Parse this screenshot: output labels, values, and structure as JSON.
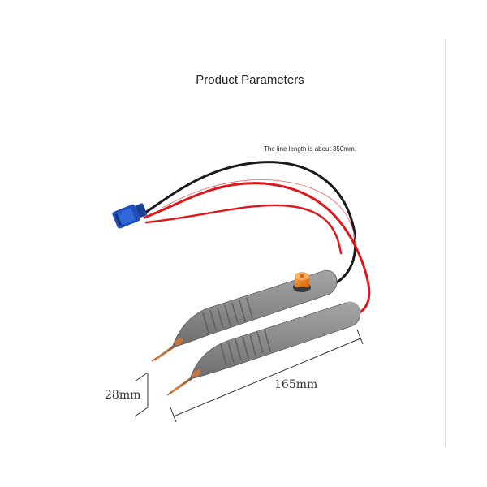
{
  "header": {
    "title": "Product Parameters"
  },
  "annotations": {
    "line_length_note": "The line length is about 350mm.",
    "length_label": "165mm",
    "width_label": "28mm"
  },
  "colors": {
    "pen_body": "#8d8d8d",
    "pen_grip": "#7e7e7e",
    "red_wire": "#e0161b",
    "black_wire": "#1a1a1a",
    "connector": "#1f4fb8",
    "knob": "#f07d1a",
    "probe_tip": "#c9733a"
  },
  "icons": {
    "connector": "ec5-connector-icon",
    "knob": "adjustment-knob-icon"
  }
}
